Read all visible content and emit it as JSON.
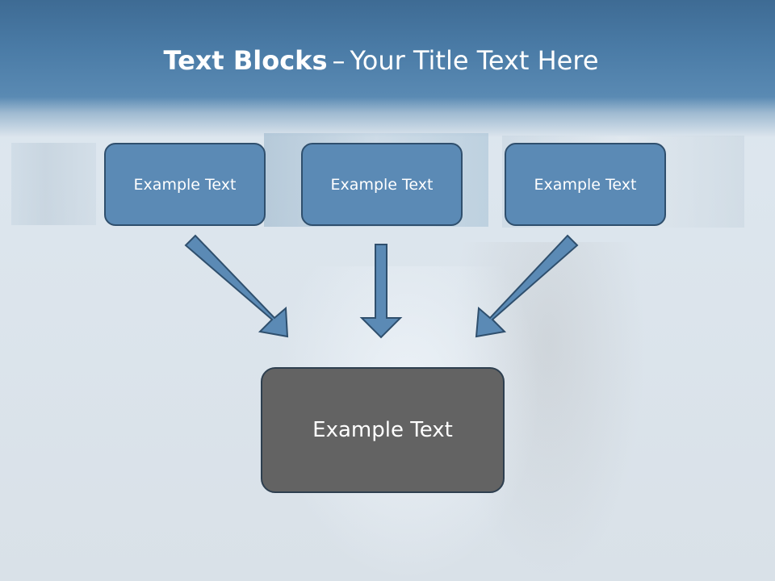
{
  "title": {
    "bold": "Text Blocks",
    "separator": "–",
    "rest": "Your Title Text Here"
  },
  "boxes": {
    "top": [
      "Example Text",
      "Example Text",
      "Example Text"
    ],
    "bottom": "Example Text"
  },
  "colors": {
    "header": "#4a7ba6",
    "box_fill": "#5b8ab5",
    "box_border": "#2f4f6d",
    "bottom_fill": "#636363",
    "arrow_fill": "#5b8ab5"
  }
}
